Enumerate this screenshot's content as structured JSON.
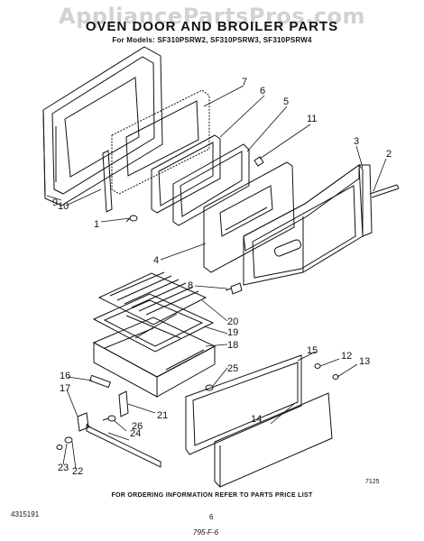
{
  "watermark": "AppliancePartsPros.com",
  "title": "OVEN DOOR AND BROILER PARTS",
  "subtitle": "For Models: SF310PSRW2, SF310PSRW3, SF310PSRW4",
  "footer_note": "FOR ORDERING INFORMATION REFER TO PARTS PRICE LIST",
  "document_number": "4315191",
  "page_number": "6",
  "figure_code": "7125",
  "revision_mark": "795-F-6",
  "callouts": [
    "1",
    "2",
    "3",
    "4",
    "5",
    "6",
    "7",
    "8",
    "9",
    "10",
    "11",
    "12",
    "13",
    "14",
    "15",
    "16",
    "17",
    "18",
    "19",
    "20",
    "21",
    "22",
    "23",
    "24",
    "25",
    "26"
  ]
}
